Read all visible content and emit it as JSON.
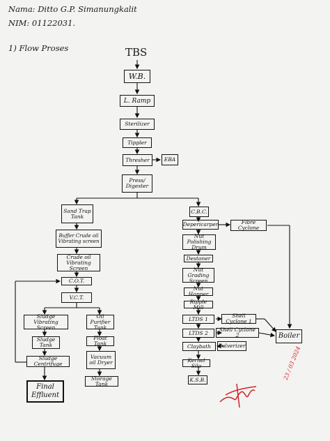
{
  "header": {
    "name_line": "Nama: Ditto G.P. Simanungkalit",
    "nim_line": "NIM: 01122031.",
    "section_title": "1) Flow Proses"
  },
  "flow": {
    "start": "TBS",
    "wb": "W.B.",
    "loading_ramp": "L. Ramp",
    "sterilizer": "Sterilizer",
    "tippler": "Tippler",
    "thresher": "Thresher",
    "eba": "EBA",
    "press_digester": "Press/ Digester",
    "oil_line": {
      "sand_trap": "Sand Trap Tank",
      "buffer_vibrating": "Buffer Crude oil Vibrating screen",
      "crude_oil_vibrating": "Crude oil Vibrating Screen",
      "cot": "C.O.T.",
      "vct": "V.C.T.",
      "sludge_vibrating": "Sludge Vibrating Screen",
      "sludge_tank": "Sludge Tank",
      "sludge_centrifuge": "Sludge Centrifuge",
      "final_effluent": "Final Effluent",
      "oil_purifier_tank": "Oil Purifier Tank",
      "float_tank": "Float Tank",
      "vacuum_dryer": "Vacuum oil Dryer",
      "storage_tank": "Storage Tank"
    },
    "kernel_line": {
      "cbc": "C.B.C.",
      "depericarper": "Depericarper",
      "fibre_cyclone": "Fibre Cyclone",
      "nut_polishing": "Nut Polishing Drum",
      "destoner": "Destoner",
      "nut_grading": "Nut Grading Screen",
      "nut_hopper": "Nut Hopper",
      "ripple_mill": "Ripple Mill",
      "ltds1": "LTDS 1",
      "ltds2": "LTDS 2",
      "shell_cyclone_1": "Shell Cyclone 1",
      "shell_cyclone_2": "Shell Cyclone 2",
      "claybath": "Claybath",
      "pulverizer": "Pulverizer",
      "kernel_silo": "Kernel Silo",
      "ksb": "K.S.B.",
      "boiler": "Boiler"
    }
  },
  "signature": {
    "date": "23 / 03 2024"
  }
}
